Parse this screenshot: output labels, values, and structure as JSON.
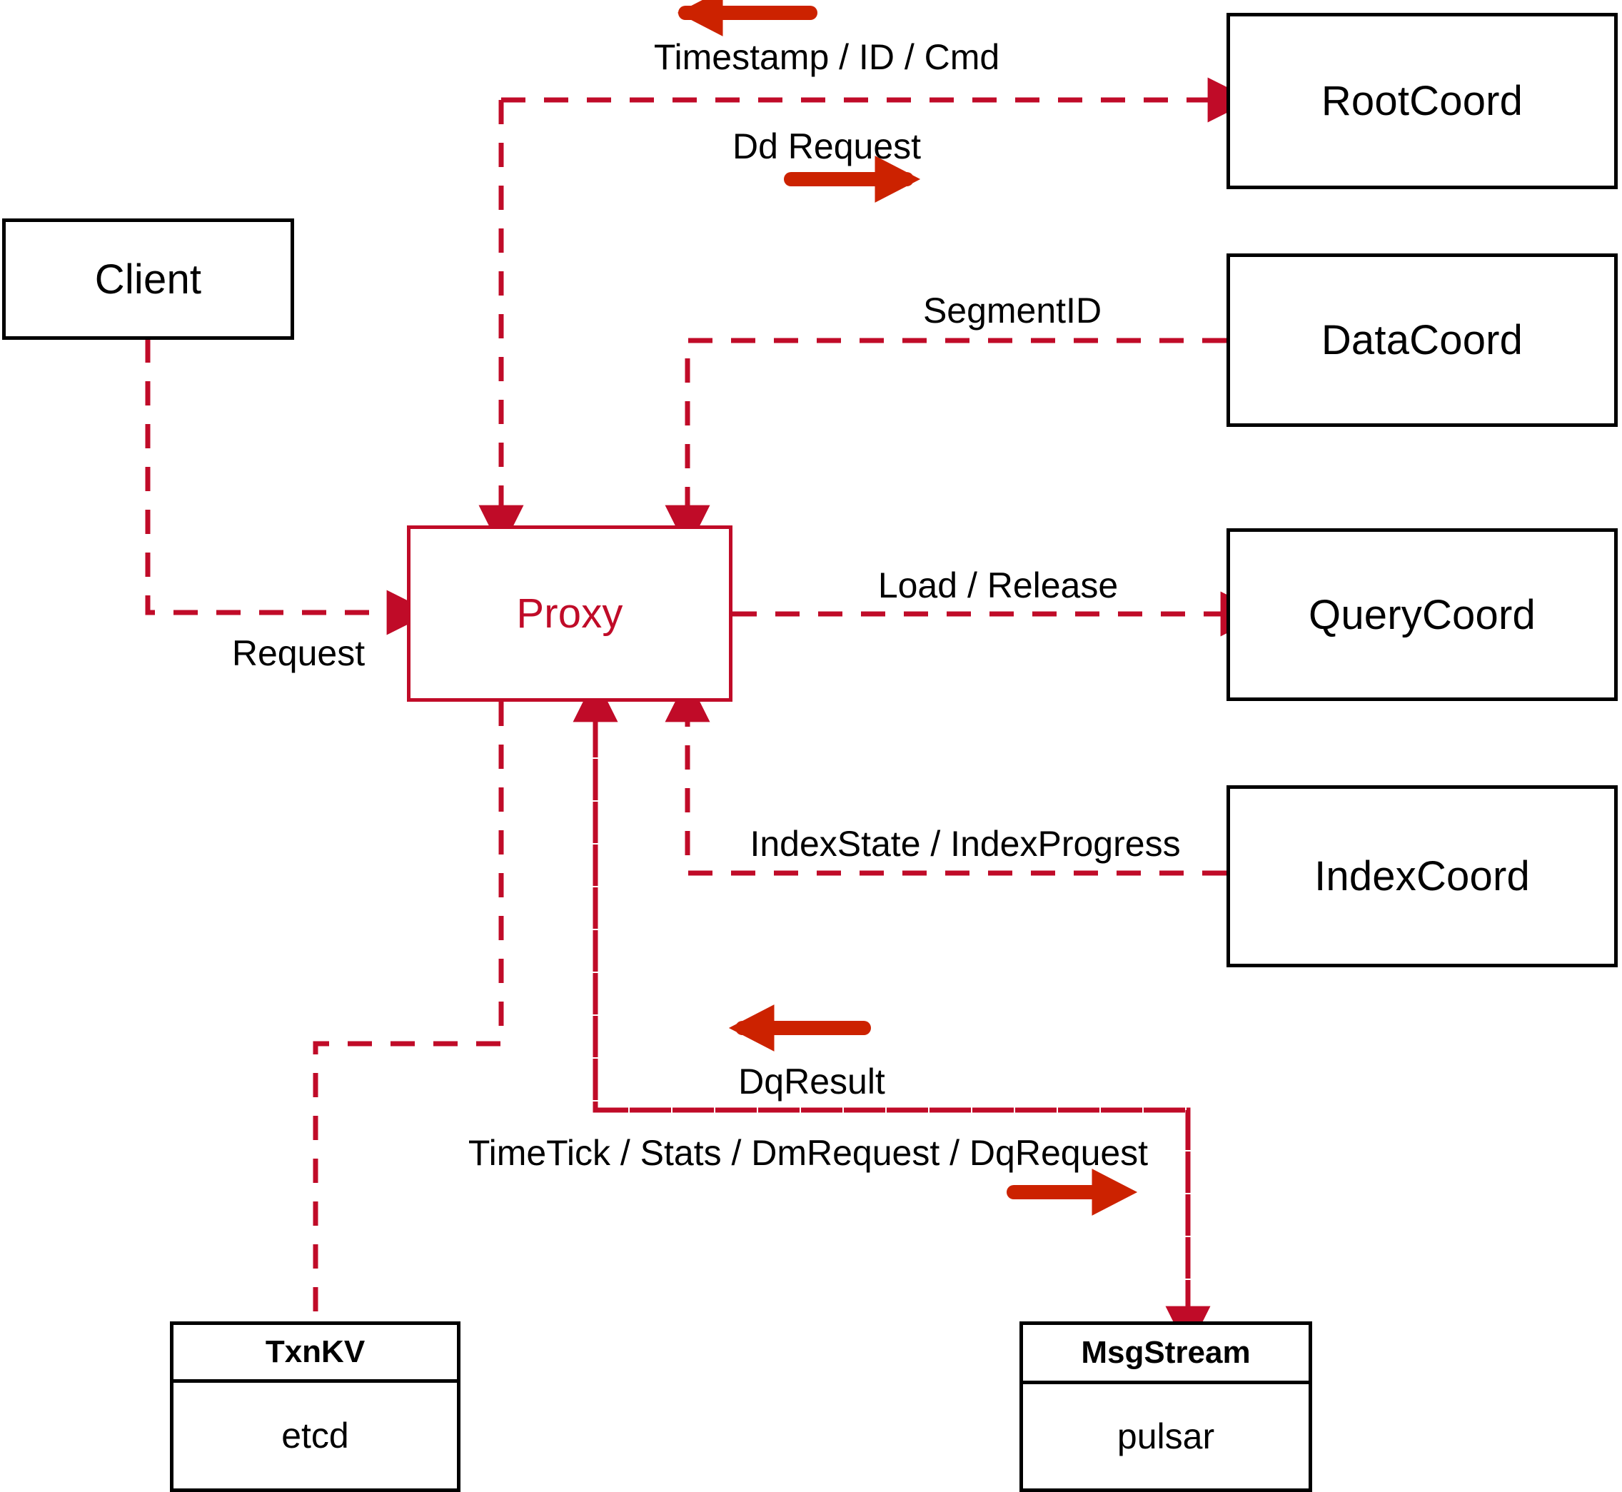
{
  "diagram": {
    "title": "Milvus Proxy interaction diagram",
    "colors": {
      "connector": "#C00B28",
      "annotation_arrow": "#CC2200",
      "node_border": "#000000",
      "proxy_border": "#C00B28",
      "proxy_text": "#C00B28",
      "background": "#FFFFFF"
    },
    "nodes": [
      {
        "id": "client",
        "label": "Client",
        "style": "black-box"
      },
      {
        "id": "proxy",
        "label": "Proxy",
        "style": "red-box"
      },
      {
        "id": "rootcoord",
        "label": "RootCoord",
        "style": "black-box"
      },
      {
        "id": "datacoord",
        "label": "DataCoord",
        "style": "black-box"
      },
      {
        "id": "querycoord",
        "label": "QueryCoord",
        "style": "black-box"
      },
      {
        "id": "indexcoord",
        "label": "IndexCoord",
        "style": "black-box"
      }
    ],
    "split_nodes": [
      {
        "id": "txnkv",
        "header": "TxnKV",
        "body": "etcd"
      },
      {
        "id": "msgstream",
        "header": "MsgStream",
        "body": "pulsar"
      }
    ],
    "edge_labels": {
      "timestamp_id_cmd": "Timestamp / ID / Cmd",
      "dd_request": "Dd Request",
      "segment_id": "SegmentID",
      "load_release": "Load / Release",
      "index_state_progress": "IndexState / IndexProgress",
      "request": "Request",
      "dq_result": "DqResult",
      "timetick_stats": "TimeTick / Stats / DmRequest / DqRequest"
    },
    "annotation_arrows": [
      {
        "id": "timestamp-arrow",
        "direction": "left",
        "for": "timestamp_id_cmd"
      },
      {
        "id": "ddrequest-arrow",
        "direction": "right",
        "for": "dd_request"
      },
      {
        "id": "dqresult-arrow",
        "direction": "left",
        "for": "dq_result"
      },
      {
        "id": "timetick-arrow",
        "direction": "right",
        "for": "timetick_stats"
      }
    ]
  }
}
